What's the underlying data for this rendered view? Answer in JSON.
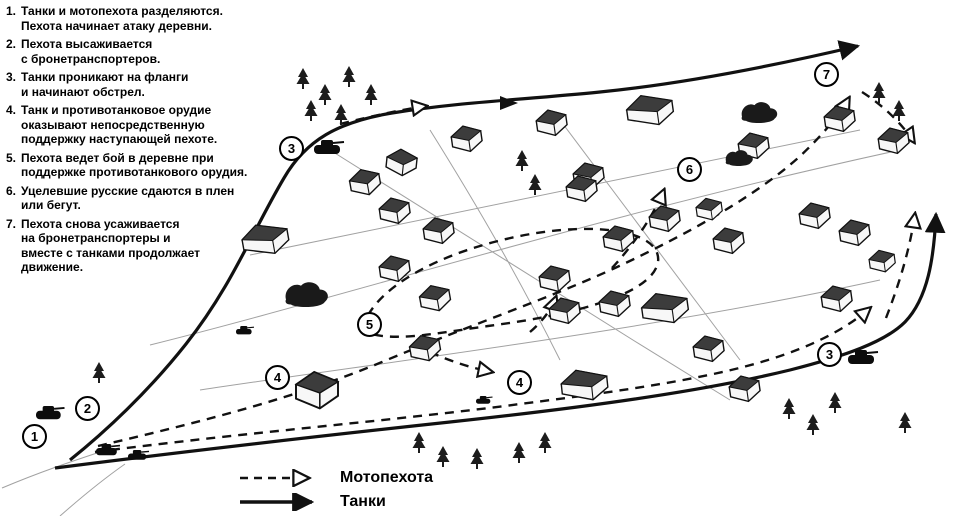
{
  "instructions": {
    "items": [
      {
        "num": "1.",
        "text": "Танки и мотопехота разделяются.\nПехота начинает атаку деревни."
      },
      {
        "num": "2.",
        "text": "Пехота высаживается\nс бронетранспортеров."
      },
      {
        "num": "3.",
        "text": "Танки проникают на фланги\nи начинают обстрел."
      },
      {
        "num": "4.",
        "text": "Танк и противотанковое орудие\nоказывают непосредственную\nподдержку наступающей пехоте."
      },
      {
        "num": "5.",
        "text": "Пехота ведет бой в деревне при\nподдержке противотанкового орудия."
      },
      {
        "num": "6.",
        "text": "Уцелевшие русские сдаются в плен\nили бегут."
      },
      {
        "num": "7.",
        "text": "Пехота снова усаживается\nна бронетранспортеры и\nвместе с танками продолжает\nдвижение."
      }
    ]
  },
  "map": {
    "markers": [
      {
        "label": "1"
      },
      {
        "label": "2"
      },
      {
        "label": "3"
      },
      {
        "label": "3"
      },
      {
        "label": "4"
      },
      {
        "label": "4"
      },
      {
        "label": "5"
      },
      {
        "label": "6"
      },
      {
        "label": "7"
      }
    ]
  },
  "legend": {
    "motorized_label": "Мотопехота",
    "motorized_style": "dashed",
    "tanks_label": "Танки",
    "tanks_style": "solid"
  },
  "colors": {
    "ink": "#111111",
    "background": "#ffffff"
  }
}
